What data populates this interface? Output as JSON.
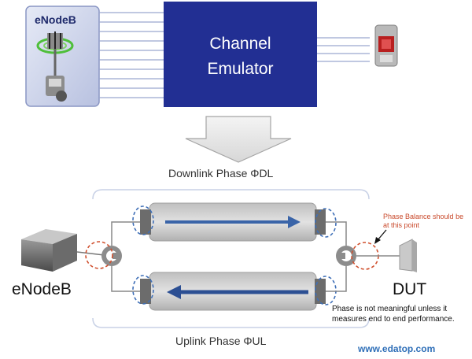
{
  "top": {
    "enodeb_title": "eNodeB",
    "channel_emulator_line1": "Channel",
    "channel_emulator_line2": "Emulator"
  },
  "bottom": {
    "downlink_label": "Downlink Phase ΦDL",
    "uplink_label": "Uplink Phase ΦUL",
    "enodeb_label": "eNodeB",
    "dut_label": "DUT",
    "phase_balance_note": "Phase Balance should be at this point",
    "phase_note": "Phase is not meaningful unless it measures end to end performance."
  },
  "watermark": "www.edatop.com",
  "colors": {
    "emulator_blue": "#222f93",
    "arrow_blue": "#3a64a8",
    "dashed_blue": "#3f6fb7",
    "dashed_red": "#d0502e"
  },
  "icons": [
    "tower-icon",
    "phone-icon",
    "server-box-icon",
    "circulator-icon",
    "antenna-icon"
  ]
}
